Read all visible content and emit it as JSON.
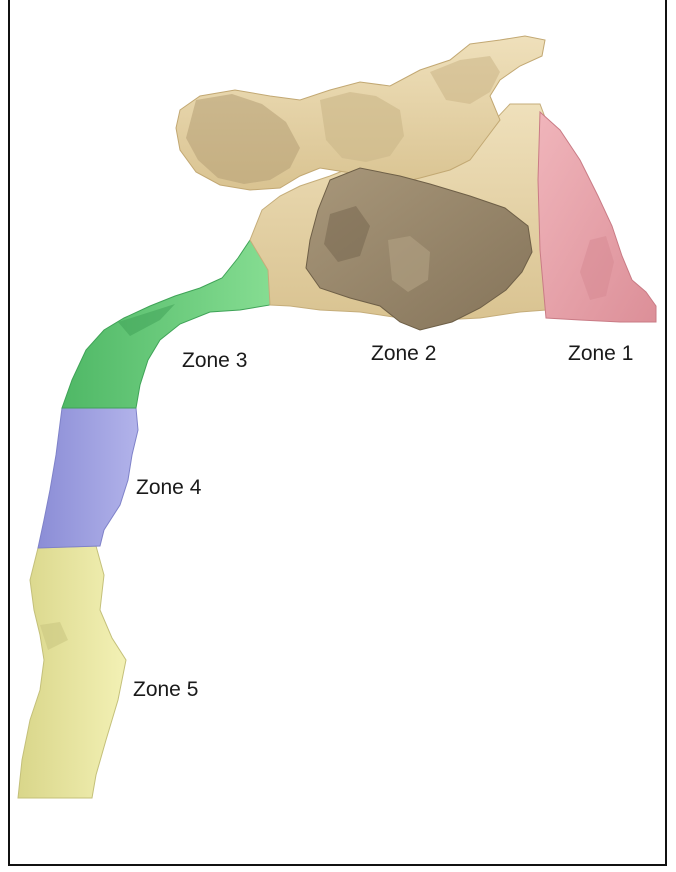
{
  "labels": {
    "zone1": "Zone 1",
    "zone2": "Zone 2",
    "zone3": "Zone 3",
    "zone4": "Zone 4",
    "zone5": "Zone 5"
  },
  "colors": {
    "zone1": "#e8a0a8",
    "zone2": "#e6d3a3",
    "zone2_dark": "#9c8a6c",
    "zone3": "#6fcf80",
    "zone4": "#9c9ee0",
    "zone5": "#ecea9f",
    "frame": "#111111"
  }
}
